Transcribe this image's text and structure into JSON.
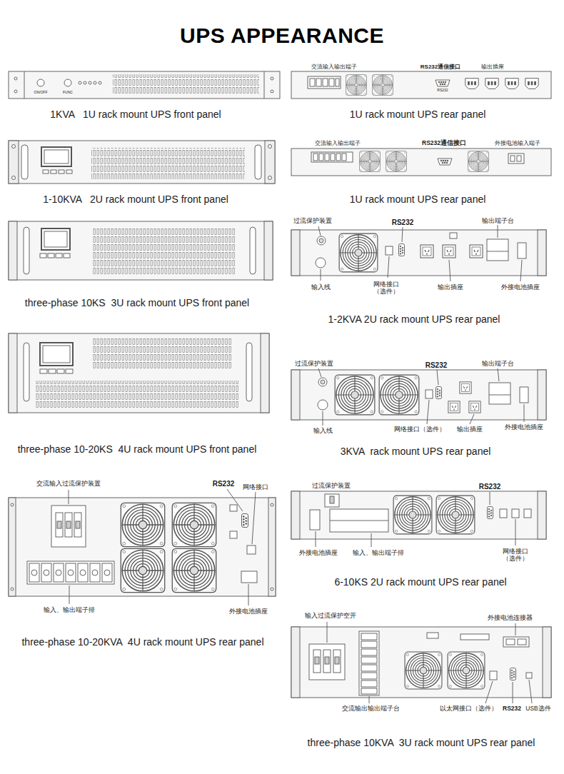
{
  "diagram": {
    "title": "UPS APPEARANCE",
    "labels": [
      "ON/OFF",
      "FUNC",
      "1KVA   1U rack mount UPS front panel",
      "交流输入输出端子",
      "RS232通信接口",
      "输出插座",
      "RS232",
      "1U rack mount UPS rear panel",
      "1-10KVA   2U rack mount UPS front panel",
      "交流输入输出端子",
      "RS232通信接口",
      "外接电池输入端子",
      "1U rack mount UPS rear panel",
      "three-phase 10KS  3U rack mount UPS front panel",
      "过流保护装置",
      "RS232",
      "输出端子台",
      "输入线",
      "网络接口（选件）",
      "输出插座",
      "外接电池插座",
      "1-2KVA 2U rack mount UPS rear panel",
      "three-phase 10-20KS  4U rack mount UPS front panel",
      "过流保护装置",
      "RS232",
      "输出端子台",
      "输入线",
      "网络接口（选件）",
      "输出插座",
      "外接电池插座",
      "3KVA  rack mount UPS rear panel",
      "交流输入过流保护装置",
      "RS232",
      "网络接口",
      "输入、输出端子排",
      "外接电池插座",
      "three-phase 10-20KVA  4U rack mount UPS rear panel",
      "过流保护装置",
      "RS232",
      "外接电池插座",
      "输入、输出端子排",
      "网络接口（选件）",
      "6-10KS 2U rack mount UPS rear panel",
      "输入过流保护空开",
      "外接电池连接器",
      "交流输出输出端子台",
      "以太网接口（选件）",
      "RS232",
      "USB选件",
      "three-phase 10KVA  3U rack mount UPS rear panel"
    ]
  }
}
